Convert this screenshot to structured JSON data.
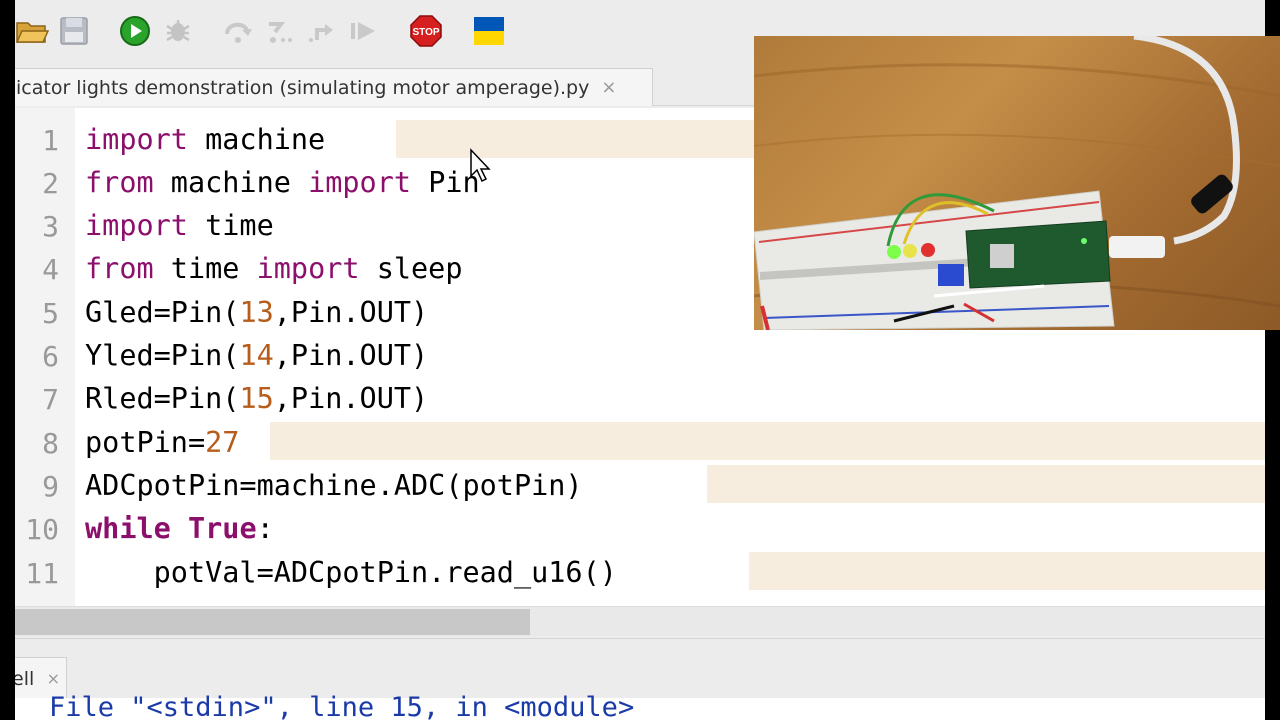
{
  "toolbar": {
    "buttons": [
      {
        "name": "open-file",
        "icon": "folder-open-icon"
      },
      {
        "name": "save-file",
        "icon": "save-icon"
      },
      {
        "name": "run",
        "icon": "run-icon"
      },
      {
        "name": "debug",
        "icon": "bug-icon"
      },
      {
        "name": "step-over",
        "icon": "step-over-icon"
      },
      {
        "name": "step-into",
        "icon": "step-into-icon"
      },
      {
        "name": "step-out",
        "icon": "step-out-icon"
      },
      {
        "name": "resume",
        "icon": "resume-icon"
      },
      {
        "name": "stop",
        "icon": "stop-icon",
        "label": "STOP"
      },
      {
        "name": "support-ukraine",
        "icon": "ukraine-flag-icon"
      }
    ]
  },
  "editor": {
    "tab_title": "icator lights demonstration (simulating motor amperage).py",
    "tab_close": "×",
    "line_numbers": [
      "1",
      "2",
      "3",
      "4",
      "5",
      "6",
      "7",
      "8",
      "9",
      "10",
      "11"
    ]
  },
  "shell": {
    "tab_title": "ell",
    "tab_close": "×",
    "output_line": "File \"<stdin>\", line 15, in <module>"
  },
  "colors": {
    "keyword": "#8b0f6b",
    "number": "#b75d1b",
    "highlight": "#f6eddf",
    "shell_text": "#1a3aa8"
  }
}
